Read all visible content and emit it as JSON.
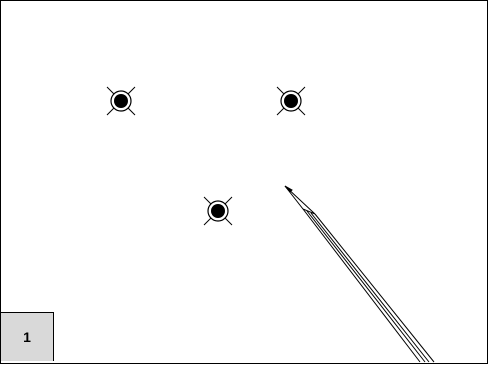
{
  "step": {
    "number": "1"
  },
  "markers": [
    {
      "name": "point-marker-1",
      "icon": "crossed-target-icon"
    },
    {
      "name": "point-marker-2",
      "icon": "crossed-target-icon"
    },
    {
      "name": "point-marker-3",
      "icon": "crossed-target-icon"
    }
  ],
  "tool": {
    "icon": "pencil-icon"
  },
  "colors": {
    "stroke": "#000000",
    "background": "#ffffff",
    "badge": "#d9d9d9"
  }
}
